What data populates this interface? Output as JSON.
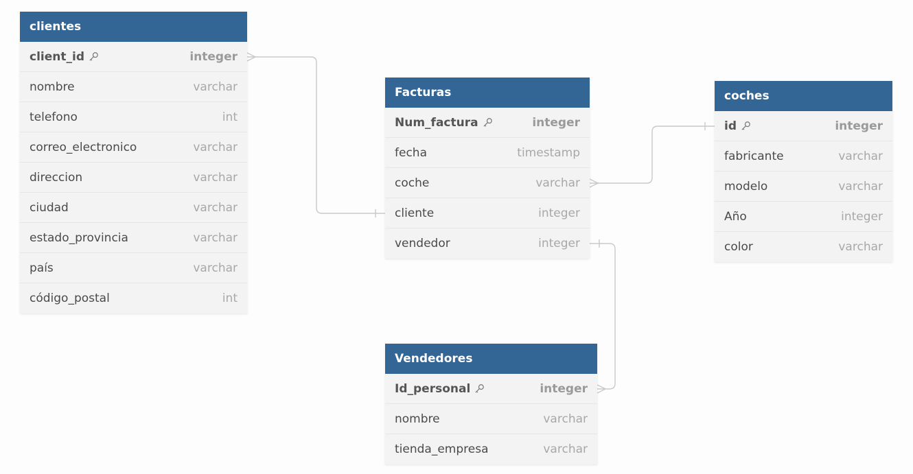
{
  "colors": {
    "header_bg": "#336694",
    "header_text": "#ffffff",
    "body_bg": "#f3f3f3",
    "connector": "#c9c9c9"
  },
  "tables": [
    {
      "id": "clientes",
      "name": "clientes",
      "fields": [
        {
          "name": "client_id",
          "type": "integer",
          "pk": true
        },
        {
          "name": "nombre",
          "type": "varchar"
        },
        {
          "name": "telefono",
          "type": "int"
        },
        {
          "name": "correo_electronico",
          "type": "varchar"
        },
        {
          "name": "direccion",
          "type": "varchar"
        },
        {
          "name": "ciudad",
          "type": "varchar"
        },
        {
          "name": "estado_provincia",
          "type": "varchar"
        },
        {
          "name": "país",
          "type": "varchar"
        },
        {
          "name": "código_postal",
          "type": "int"
        }
      ]
    },
    {
      "id": "facturas",
      "name": "Facturas",
      "fields": [
        {
          "name": "Num_factura",
          "type": "integer",
          "pk": true
        },
        {
          "name": "fecha",
          "type": "timestamp"
        },
        {
          "name": "coche",
          "type": "varchar"
        },
        {
          "name": "cliente",
          "type": "integer"
        },
        {
          "name": "vendedor",
          "type": "integer"
        }
      ]
    },
    {
      "id": "coches",
      "name": "coches",
      "fields": [
        {
          "name": "id",
          "type": "integer",
          "pk": true
        },
        {
          "name": "fabricante",
          "type": "varchar"
        },
        {
          "name": "modelo",
          "type": "varchar"
        },
        {
          "name": "Año",
          "type": "integer"
        },
        {
          "name": "color",
          "type": "varchar"
        }
      ]
    },
    {
      "id": "vendedores",
      "name": "Vendedores",
      "fields": [
        {
          "name": "Id_personal",
          "type": "integer",
          "pk": true
        },
        {
          "name": "nombre",
          "type": "varchar"
        },
        {
          "name": "tienda_empresa",
          "type": "varchar"
        }
      ]
    }
  ],
  "relationships": [
    {
      "from_table": "clientes",
      "from_field": 0,
      "from_end": "many",
      "to_table": "facturas",
      "to_field": 3,
      "to_end": "one"
    },
    {
      "from_table": "facturas",
      "from_field": 2,
      "from_end": "many",
      "to_table": "coches",
      "to_field": 0,
      "to_end": "one"
    },
    {
      "from_table": "facturas",
      "from_field": 4,
      "from_end": "one",
      "to_table": "vendedores",
      "to_field": 0,
      "to_end": "many"
    }
  ]
}
